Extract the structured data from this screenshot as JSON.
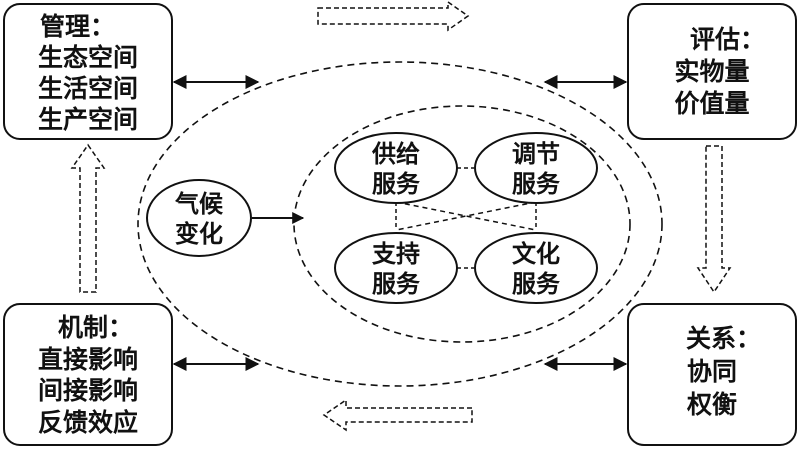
{
  "diagram": {
    "management": {
      "title": "管理：",
      "items": [
        "生态空间",
        "生活空间",
        "生产空间"
      ]
    },
    "evaluation": {
      "title": "评估：",
      "items": [
        "实物量",
        "价值量"
      ]
    },
    "mechanism": {
      "title": "机制：",
      "items": [
        "直接影响",
        "间接影响",
        "反馈效应"
      ]
    },
    "relation": {
      "title": "关系：",
      "items": [
        "协同",
        "权衡"
      ]
    },
    "climate": {
      "line1": "气候",
      "line2": "变化"
    },
    "services": {
      "supply": {
        "line1": "供给",
        "line2": "服务"
      },
      "regulating": {
        "line1": "调节",
        "line2": "服务"
      },
      "support": {
        "line1": "支持",
        "line2": "服务"
      },
      "cultural": {
        "line1": "文化",
        "line2": "服务"
      }
    },
    "colors": {
      "stroke": "#111111",
      "background": "#ffffff"
    }
  }
}
